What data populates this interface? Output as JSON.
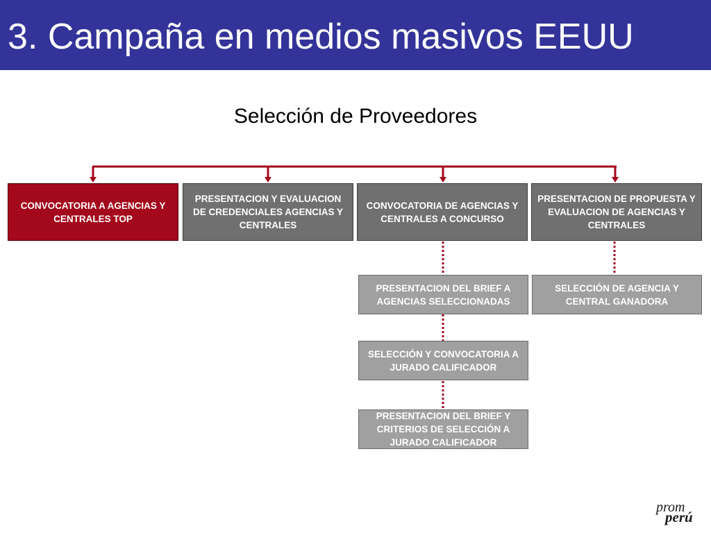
{
  "header": {
    "title": "3. Campaña en medios masivos EEUU",
    "bar_color": "#333399"
  },
  "diagram": {
    "subtitle": "Selección de Proveedores",
    "connector_color": "#a3081c",
    "top_level": [
      {
        "label": "CONVOCATORIA A AGENCIAS Y CENTRALES TOP",
        "color": "#a3081c"
      },
      {
        "label": "PRESENTACION Y EVALUACION DE CREDENCIALES AGENCIAS Y CENTRALES",
        "color": "#707070"
      },
      {
        "label": "CONVOCATORIA DE AGENCIAS Y CENTRALES A CONCURSO",
        "color": "#707070"
      },
      {
        "label": "PRESENTACION DE PROPUESTA Y EVALUACION DE AGENCIAS Y CENTRALES",
        "color": "#707070"
      }
    ],
    "concurso_steps": [
      {
        "label": "PRESENTACION DEL BRIEF A AGENCIAS SELECCIONADAS"
      },
      {
        "label": "SELECCIÓN Y CONVOCATORIA A JURADO CALIFICADOR"
      },
      {
        "label": "PRESENTACION DEL BRIEF Y CRITERIOS DE SELECCIÓN A JURADO CALIFICADOR"
      }
    ],
    "propuesta_steps": [
      {
        "label": "SELECCIÓN DE AGENCIA Y CENTRAL GANADORA"
      }
    ]
  },
  "logo": {
    "line1": "prom",
    "line2": "perú"
  }
}
